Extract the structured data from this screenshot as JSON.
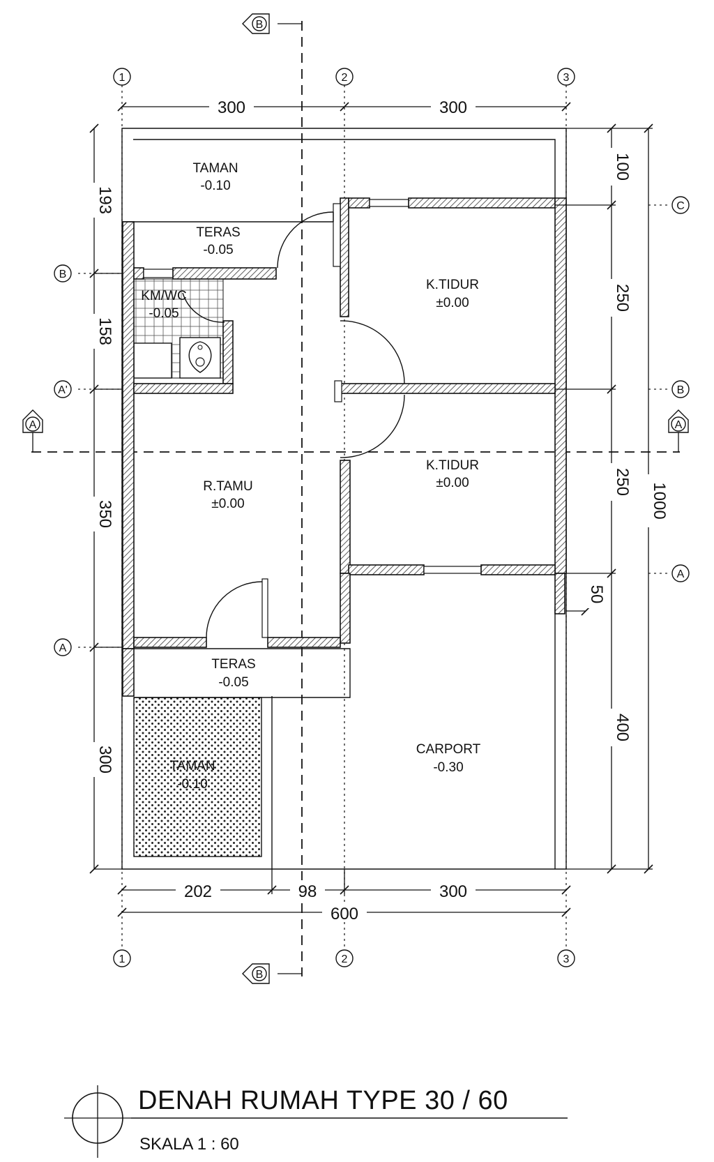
{
  "rooms": {
    "taman_top": {
      "name": "TAMAN",
      "level": "-0.10"
    },
    "teras_top": {
      "name": "TERAS",
      "level": "-0.05"
    },
    "kmwc": {
      "name": "KM/WC",
      "level": "-0.05"
    },
    "ktidur1": {
      "name": "K.TIDUR",
      "level": "±0.00"
    },
    "ktidur2": {
      "name": "K.TIDUR",
      "level": "±0.00"
    },
    "rtamu": {
      "name": "R.TAMU",
      "level": "±0.00"
    },
    "teras_front": {
      "name": "TERAS",
      "level": "-0.05"
    },
    "taman_front": {
      "name": "TAMAN",
      "level": "-0.10"
    },
    "carport": {
      "name": "CARPORT",
      "level": "-0.30"
    }
  },
  "dims": {
    "top_left": "300",
    "top_right": "300",
    "left_1": "193",
    "left_2": "158",
    "left_3": "350",
    "left_4": "300",
    "right_1": "100",
    "right_2": "250",
    "right_3": "250",
    "right_4": "50",
    "right_5": "400",
    "right_total": "1000",
    "bottom_1": "202",
    "bottom_2": "98",
    "bottom_3": "300",
    "bottom_total": "600"
  },
  "grid_labels": {
    "col_1": "1",
    "col_2": "2",
    "col_3": "3",
    "row_c": "C",
    "row_b": "B",
    "row_a": "A",
    "row_a_prime": "A'"
  },
  "section_marks": {
    "b": "B",
    "a": "A"
  },
  "title": {
    "main": "DENAH RUMAH TYPE 30 / 60",
    "scale": "SKALA 1 : 60"
  }
}
